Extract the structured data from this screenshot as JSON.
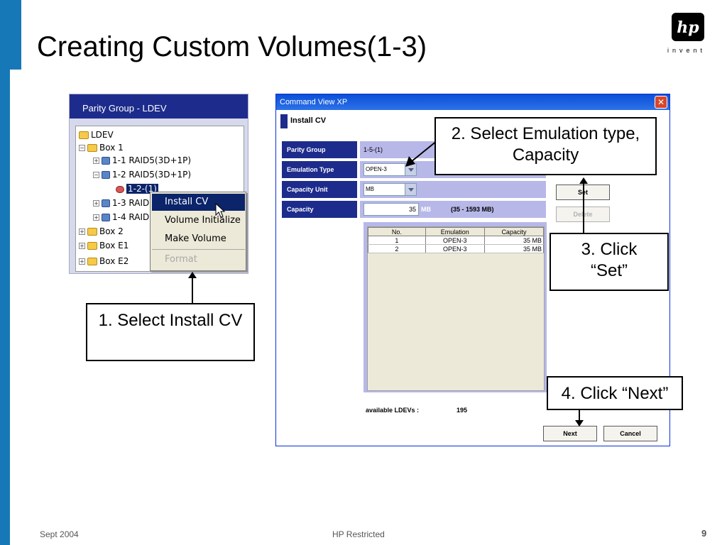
{
  "slide": {
    "title": "Creating Custom Volumes(1-3)",
    "logo_text": "invent",
    "logo_mark": "hp",
    "footer_left": "Sept 2004",
    "footer_center": "HP Restricted",
    "page_number": "9"
  },
  "tree_panel": {
    "header": "Parity Group - LDEV",
    "items": [
      {
        "label": "LDEV",
        "icon": "folder-icon"
      },
      {
        "label": "Box 1",
        "icon": "folder-icon"
      },
      {
        "label": "1-1 RAID5(3D+1P)",
        "icon": "disk-icon"
      },
      {
        "label": "1-2 RAID5(3D+1P)",
        "icon": "disk-icon"
      },
      {
        "label": "1-2-(1)",
        "icon": "ldev-icon"
      },
      {
        "label": "1-3 RAID",
        "icon": "disk-icon"
      },
      {
        "label": "1-4 RAID",
        "icon": "disk-icon"
      },
      {
        "label": "Box 2",
        "icon": "folder-icon"
      },
      {
        "label": "Box E1",
        "icon": "folder-icon"
      },
      {
        "label": "Box E2",
        "icon": "folder-icon"
      }
    ]
  },
  "context_menu": {
    "items": [
      "Install CV",
      "Volume Initialize",
      "Make Volume",
      "Format"
    ]
  },
  "callouts": {
    "step1": "1. Select Install CV",
    "step2": "2. Select Emulation type, Capacity",
    "step3": "3. Click “Set”",
    "step4": "4. Click “Next”"
  },
  "dialog": {
    "window_title": "Command View XP",
    "heading": "Install CV",
    "parity_group_label": "Parity Group",
    "parity_group_value": "1-5-(1)",
    "emulation_label": "Emulation Type",
    "emulation_value": "OPEN-3",
    "capacity_unit_label": "Capacity Unit",
    "capacity_unit_value": "MB",
    "capacity_label": "Capacity",
    "capacity_value": "35",
    "capacity_unit_suffix": "MB",
    "capacity_range": "(35 - 1593 MB)",
    "set_button": "Set",
    "delete_button": "Delete",
    "table": {
      "headers": [
        "No.",
        "Emulation",
        "Capacity"
      ],
      "rows": [
        [
          "1",
          "OPEN-3",
          "35 MB"
        ],
        [
          "2",
          "OPEN-3",
          "35 MB"
        ]
      ]
    },
    "available_label": "available LDEVs :",
    "available_value": "195",
    "next_button": "Next",
    "cancel_button": "Cancel"
  },
  "colors": {
    "accent_blue": "#1778b8",
    "navy": "#1d2c8c",
    "lavender": "#b7b8e8"
  }
}
